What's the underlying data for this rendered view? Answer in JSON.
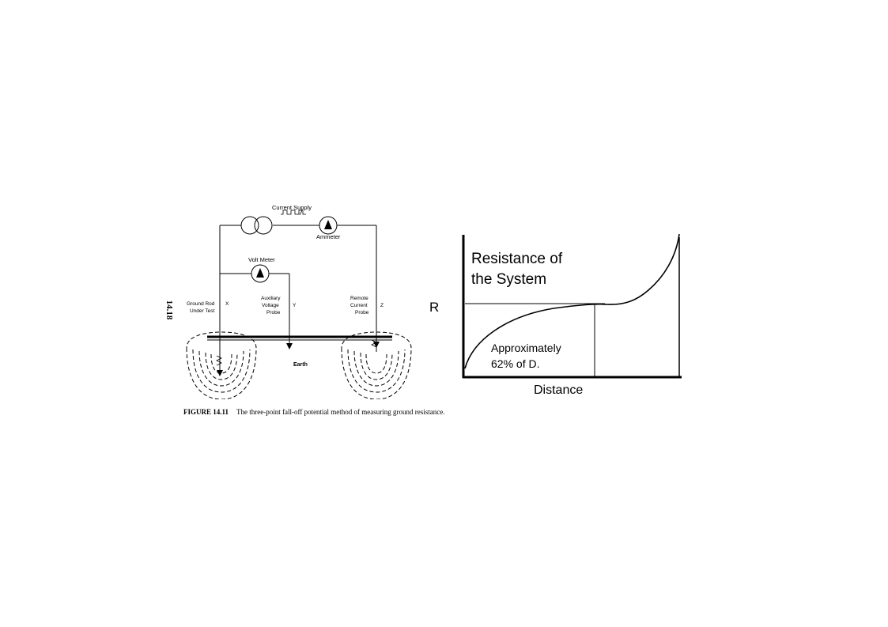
{
  "page_number": "14.18",
  "circuit": {
    "current_supply_label": "Current Supply",
    "ammeter_label": "Ammeter",
    "voltmeter_label": "Volt Meter",
    "ground_rod_label": [
      "Ground Rod",
      "Under Test"
    ],
    "terminal_x": "X",
    "aux_probe_label": [
      "Auxiliary",
      "Voltage",
      "Probe"
    ],
    "terminal_y": "Y",
    "remote_probe_label": [
      "Remote",
      "Current",
      "Probe"
    ],
    "terminal_z": "Z",
    "earth_label": "Earth"
  },
  "graph": {
    "title_line1": "Resistance of",
    "title_line2": "the System",
    "ylabel": "R",
    "xlabel": "Distance",
    "note_line1": "Approximately",
    "note_line2": "62% of D."
  },
  "caption": {
    "figure_number": "FIGURE 14.11",
    "text": "The three-point fall-off potential method of measuring ground resistance."
  }
}
